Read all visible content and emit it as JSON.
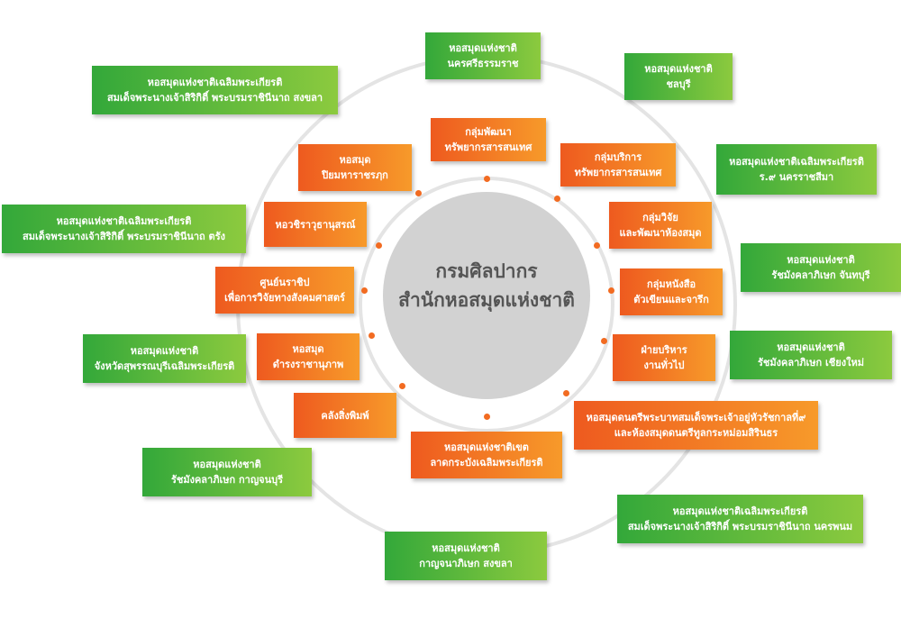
{
  "center": {
    "line1": "กรมศิลปากร",
    "line2": "สำนักหอสมุดแห่งชาติ"
  },
  "colors": {
    "inner_groups": "#f26b21",
    "regional_libraries": "#5cb83c",
    "center_circle": "#d2d2d2",
    "ring": "#e2e2e2"
  },
  "inner_groups": [
    {
      "line1": "กลุ่มพัฒนา",
      "line2": "ทรัพยากรสารสนเทศ"
    },
    {
      "line1": "กลุ่มบริการ",
      "line2": "ทรัพยากรสารสนเทศ"
    },
    {
      "line1": "กลุ่มวิจัย",
      "line2": "และพัฒนาห้องสมุด"
    },
    {
      "line1": "กลุ่มหนังสือ",
      "line2": "ตัวเขียนและจารึก"
    },
    {
      "line1": "ฝ่ายบริหาร",
      "line2": "งานทั่วไป"
    },
    {
      "line1": "หอสมุดดนตรีพระบาทสมเด็จพระเจ้าอยู่หัวรัชกาลที่๙",
      "line2": "และห้องสมุดดนตรีทูลกระหม่อมสิรินธร"
    },
    {
      "line1": "หอสมุดแห่งชาติเขต",
      "line2": "ลาดกระบังเฉลิมพระเกียรติ"
    },
    {
      "line1": "คลังสิ่งพิมพ์",
      "line2": ""
    },
    {
      "line1": "หอสมุด",
      "line2": "ดำรงราชานุภาพ"
    },
    {
      "line1": "ศูนย์นราชิป",
      "line2": "เพื่อการวิจัยทางสังคมศาสตร์"
    },
    {
      "line1": "หอวชิราวุธานุสรณ์",
      "line2": ""
    },
    {
      "line1": "หอสมุด",
      "line2": "ปิยมหาราชรฦก"
    }
  ],
  "regional_libraries": [
    {
      "line1": "หอสมุดแห่งชาติ",
      "line2": "นครศรีธรรมราช"
    },
    {
      "line1": "หอสมุดแห่งชาติ",
      "line2": "ชลบุรี"
    },
    {
      "line1": "หอสมุดแห่งชาติเฉลิมพระเกียรติ",
      "line2": "ร.๙ นครราชสีมา"
    },
    {
      "line1": "หอสมุดแห่งชาติ",
      "line2": "รัชมังคลาภิเษก จันทบุรี"
    },
    {
      "line1": "หอสมุดแห่งชาติ",
      "line2": "รัชมังคลาภิเษก เชียงใหม่"
    },
    {
      "line1": "หอสมุดแห่งชาติเฉลิมพระเกียรติ",
      "line2": "สมเด็จพระนางเจ้าสิริกิติ์ พระบรมราชินีนาถ นครพนม"
    },
    {
      "line1": "หอสมุดแห่งชาติ",
      "line2": "กาญจนาภิเษก สงขลา"
    },
    {
      "line1": "หอสมุดแห่งชาติ",
      "line2": "รัชมังคลาภิเษก กาญจนบุรี"
    },
    {
      "line1": "หอสมุดแห่งชาติ",
      "line2": "จังหวัดสุพรรณบุรีเฉลิมพระเกียรติ"
    },
    {
      "line1": "หอสมุดแห่งชาติเฉลิมพระเกียรติ",
      "line2": "สมเด็จพระนางเจ้าสิริกิติ์ พระบรมราชินีนาถ ตรัง"
    },
    {
      "line1": "หอสมุดแห่งชาติเฉลิมพระเกียรติ",
      "line2": "สมเด็จพระนางเจ้าสิริกิติ์ พระบรมราชินีนาถ สงขลา"
    }
  ]
}
